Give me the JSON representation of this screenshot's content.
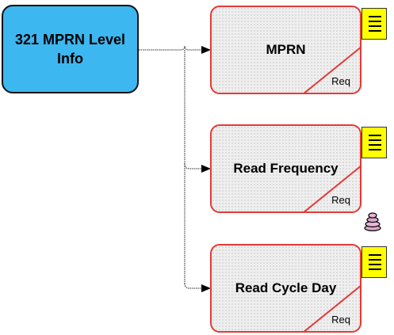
{
  "diagram": {
    "root": {
      "label": "321 MPRN Level Info",
      "fill": "#3cb7f0"
    },
    "children": [
      {
        "label": "MPRN",
        "badge": "Req",
        "note_icon": "note-icon"
      },
      {
        "label": "Read Frequency",
        "badge": "Req",
        "note_icon": "note-icon",
        "extra_icon": "stack-icon"
      },
      {
        "label": "Read Cycle Day",
        "badge": "Req",
        "note_icon": "note-icon"
      }
    ],
    "colors": {
      "child_border": "#e53935",
      "note_fill": "#ffff00",
      "child_fill": "#efefef"
    }
  }
}
